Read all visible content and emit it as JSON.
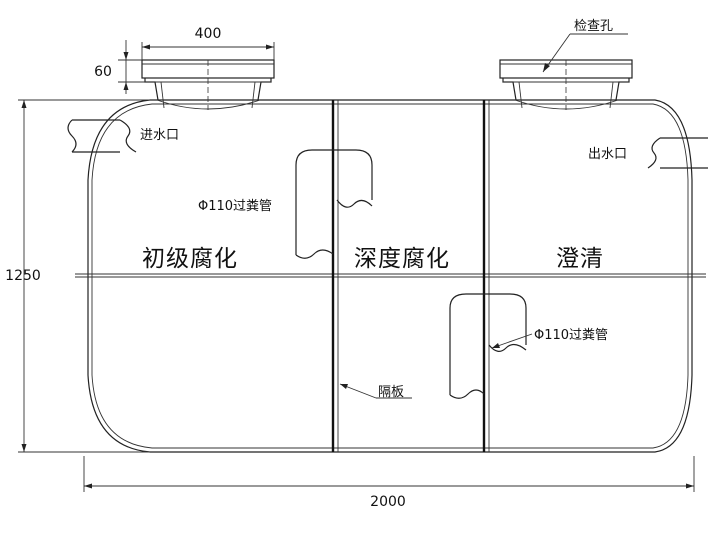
{
  "dimensions": {
    "top_width": "400",
    "riser_height": "60",
    "tank_height": "1250",
    "tank_length": "2000"
  },
  "zones": {
    "primary": "初级腐化",
    "secondary": "深度腐化",
    "clarify": "澄清"
  },
  "labels": {
    "inlet": "进水口",
    "outlet": "出水口",
    "inspection_hole": "检查孔",
    "pipe_left": "Φ110过粪管",
    "pipe_right": "Φ110过粪管",
    "partition": "隔板"
  }
}
